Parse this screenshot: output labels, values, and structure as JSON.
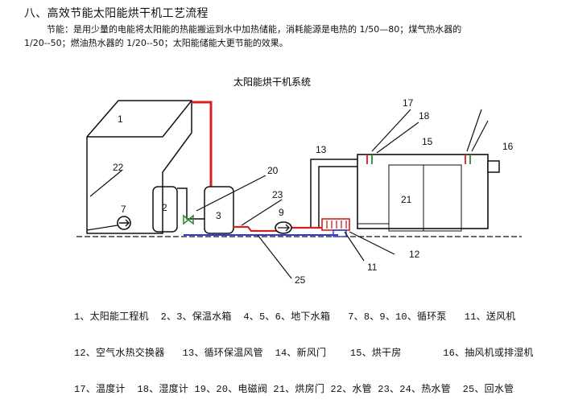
{
  "heading": "八、高效节能太阳能烘干机工艺流程",
  "paragraph": {
    "line1": "节能：是用少量的电能将太阳能的热能搬运到水中加热储能，消耗能源是电热的 1/50—80；煤气热水器的",
    "line2": "1/20--50；燃油热水器的 1/20--50；太阳能储能大更节能的效果。"
  },
  "diagram": {
    "title": "太阳能烘干机系统",
    "numbers": {
      "n1": "1",
      "n2": "2",
      "n3": "3",
      "n7": "7",
      "n9": "9",
      "n11": "11",
      "n12": "12",
      "n13": "13",
      "n15": "15",
      "n16": "16",
      "n17": "17",
      "n18": "18",
      "n20": "20",
      "n21": "21",
      "n22": "22",
      "n23": "23",
      "n25": "25"
    }
  },
  "legend": {
    "row1": "1、太阳能工程机  2、3、保温水箱  4、5、6、地下水箱   7、8、9、10、循环泵   11、送风机",
    "row2": "12、空气水热交换器   13、循环保温风管  14、新风门    15、烘干房       16、抽风机或排湿机",
    "row3": "17、温度计  18、湿度计 19、20、电磁阀 21、烘房门 22、水管 23、24、热水管  25、回水管"
  },
  "colors": {
    "hot_pipe": "#d42020",
    "return_pipe": "#2a3fd6",
    "line": "#111111",
    "accent_green": "#2a8a2a"
  }
}
